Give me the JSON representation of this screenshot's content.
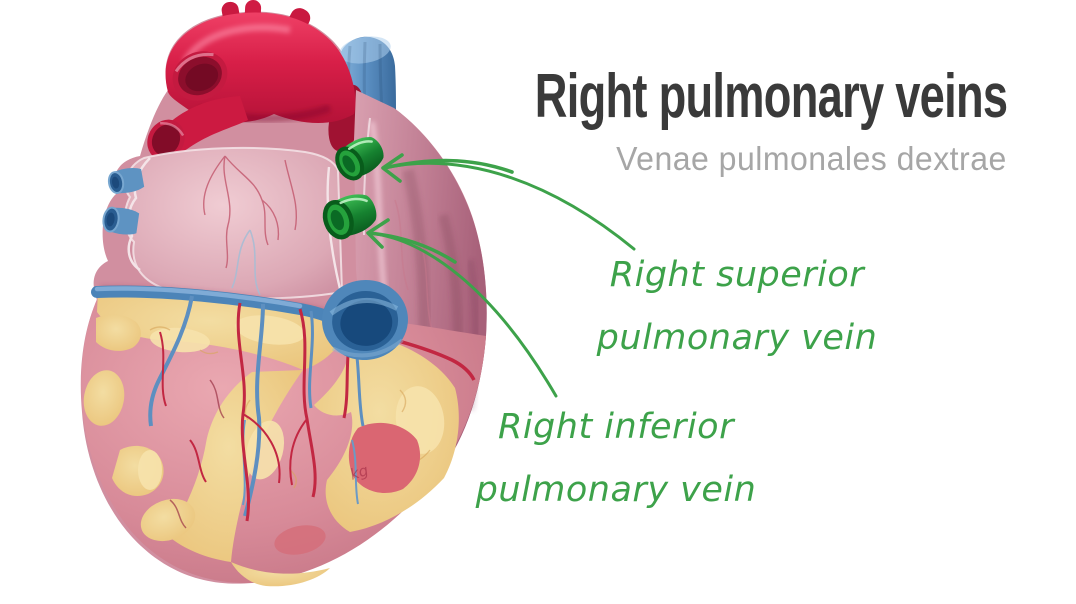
{
  "figure": {
    "background": "#ffffff",
    "title": "Right pulmonary veins",
    "subtitle": "Venae pulmonales dextrae",
    "title_color": "#3a3a3a",
    "subtitle_color": "#a6a6a6"
  },
  "annotations": {
    "ink_color": "#3da24a",
    "superior_label": {
      "line1": "Right superior",
      "line2": "pulmonary vein"
    },
    "inferior_label": {
      "line1": "Right inferior",
      "line2": "pulmonary vein"
    }
  },
  "illustration": {
    "alt": "Human heart, posterior view, with the right superior and right inferior pulmonary vein stumps highlighted in green",
    "signature": "kg",
    "colors": {
      "highlight_green": "#23a03c",
      "aorta_red": "#cc1a41",
      "vein_blue": "#4c84b8",
      "atrium_pink": "#dfa6b2",
      "ventricle_pink": "#d58696",
      "fat_yellow": "#eccb85"
    }
  }
}
